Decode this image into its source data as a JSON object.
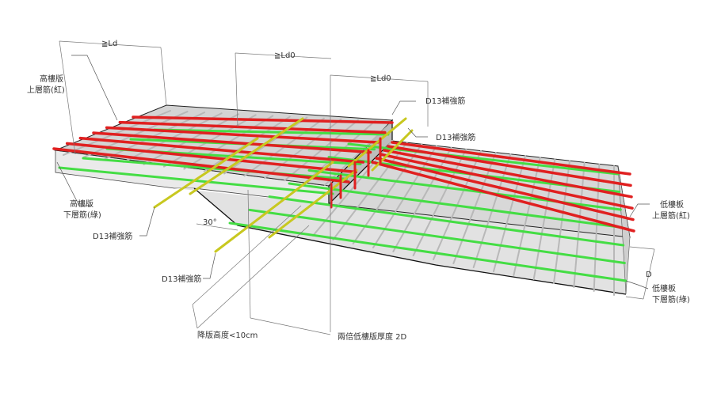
{
  "title": "降版鋼筋補強示意圖",
  "dimensions": {
    "ld": "≧Ld",
    "ld0_a": "≧Ld0",
    "ld0_b": "≧Ld0",
    "angle": "30°",
    "d": "D",
    "drop_height": "降版高度<10cm",
    "double_thickness": "兩倍低樓版厚度 2D"
  },
  "labels": {
    "high_top": {
      "line1": "高樓版",
      "line2": "上層筋(紅)"
    },
    "high_bottom": {
      "line1": "高樓版",
      "line2": "下層筋(綠)"
    },
    "low_top": {
      "line1": "低樓板",
      "line2": "上層筋(紅)"
    },
    "low_bottom": {
      "line1": "低樓板",
      "line2": "下層筋(綠)"
    },
    "d13_a": "D13補強筋",
    "d13_b": "D13補強筋",
    "d13_c": "D13補強筋",
    "d13_d": "D13補強筋"
  },
  "colors": {
    "top_rebar": "#e02020",
    "bottom_rebar": "#44dd44",
    "reinforcement": "#c8c820",
    "dist_rebar": "#b8b8b8",
    "concrete": "#d6d6d6"
  }
}
